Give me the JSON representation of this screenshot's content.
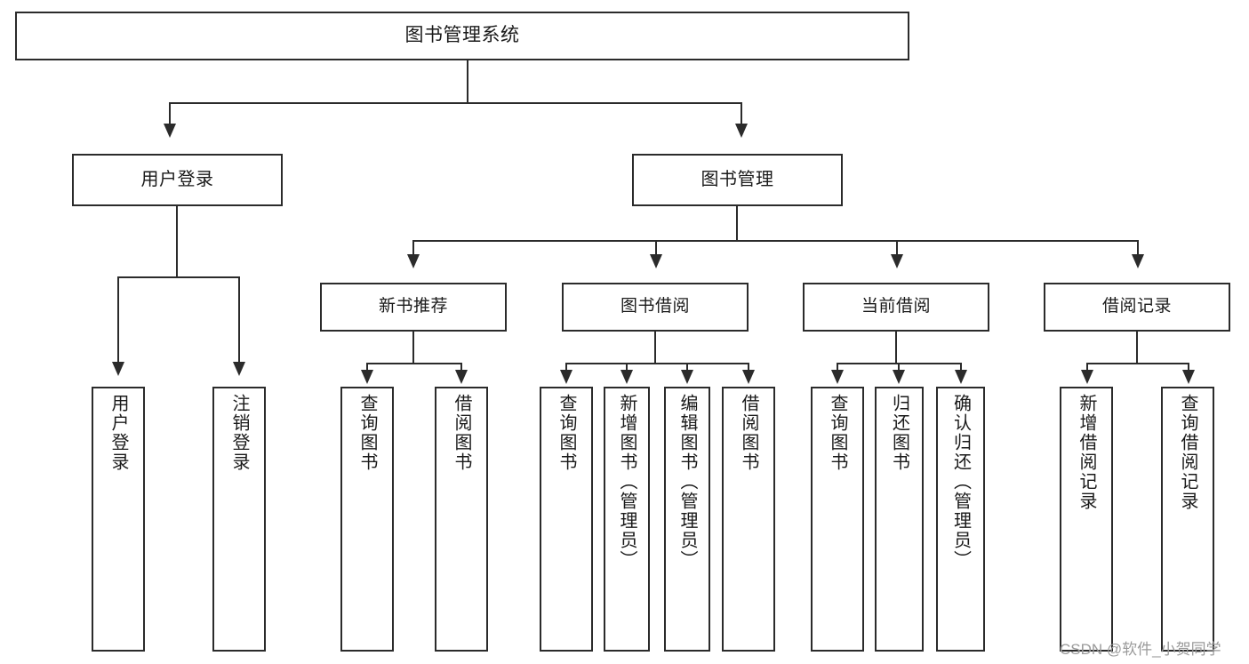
{
  "diagram": {
    "title": "图书管理系统",
    "type": "tree-hierarchy",
    "root": {
      "label": "图书管理系统"
    },
    "level2": [
      {
        "label": "用户登录"
      },
      {
        "label": "图书管理"
      }
    ],
    "level3": [
      {
        "label": "新书推荐"
      },
      {
        "label": "图书借阅"
      },
      {
        "label": "当前借阅"
      },
      {
        "label": "借阅记录"
      }
    ],
    "leaves": {
      "user_login": [
        {
          "label": "用户登录"
        },
        {
          "label": "注销登录"
        }
      ],
      "new_book_recommend": [
        {
          "label": "查询图书"
        },
        {
          "label": "借阅图书"
        }
      ],
      "book_borrow": [
        {
          "label": "查询图书"
        },
        {
          "label": "新增图书（管理员）"
        },
        {
          "label": "编辑图书（管理员）"
        },
        {
          "label": "借阅图书"
        }
      ],
      "current_borrow": [
        {
          "label": "查询图书"
        },
        {
          "label": "归还图书"
        },
        {
          "label": "确认归还（管理员）"
        }
      ],
      "borrow_record": [
        {
          "label": "新增借阅记录"
        },
        {
          "label": "查询借阅记录"
        }
      ]
    }
  },
  "watermark": {
    "text": "CSDN @软件_小贺同学"
  },
  "colors": {
    "stroke": "#2b2b2b",
    "fill": "#ffffff",
    "text": "#1a1a1a",
    "watermark": "#9a9a9a"
  }
}
